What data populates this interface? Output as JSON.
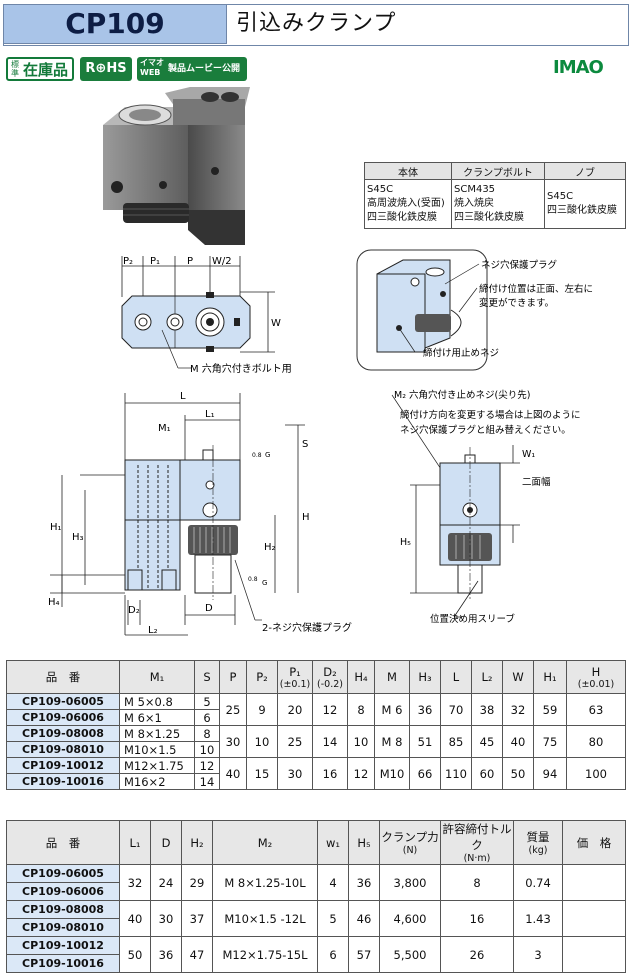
{
  "header": {
    "code": "CP109",
    "title": "引込みクランプ"
  },
  "badges": {
    "stock_small": "標準",
    "stock_big": "在庫品",
    "rohs": "R⊕HS",
    "web_l1": "イマオ",
    "web_l2": "WEB",
    "web_text": "製品ムービー公開"
  },
  "brand": "IMAO",
  "material_table": {
    "headers": [
      "本体",
      "クランプボルト",
      "ノブ"
    ],
    "cells": [
      [
        "S45C",
        "高周波焼入(受面)",
        "四三酸化鉄皮膜"
      ],
      [
        "SCM435",
        "焼入焼戻",
        "四三酸化鉄皮膜"
      ],
      [
        "S45C",
        "四三酸化鉄皮膜"
      ]
    ]
  },
  "diagram_labels": {
    "p2": "P₂",
    "p1": "P₁",
    "p": "P",
    "w2": "W/2",
    "w": "W",
    "bolt": "M 六角穴付きボルト用",
    "plug": "ネジ穴保護プラグ",
    "position_note": [
      "締付け位置は正面、左右に",
      "変更ができます。"
    ],
    "stop_screw": "締付け用止めネジ",
    "m2": "M₂ 六角穴付き止めネジ(尖り先)",
    "direction_note": [
      "締付け方向を変更する場合は上図のように",
      "ネジ穴保護プラグと組み替えください。"
    ],
    "l": "L",
    "l1": "L₁",
    "m1": "M₁",
    "s": "S",
    "h": "H",
    "h1": "H₁",
    "h2": "H₂",
    "h3": "H₃",
    "h4": "H₄",
    "d2": "D₂",
    "d": "D",
    "l2": "L₂",
    "plug2": "2-ネジ穴保護プラグ",
    "w1": "W₁",
    "flat": "二面幅",
    "h5": "H₅",
    "sleeve": "位置決め用スリーブ",
    "g": "G",
    "g_sub": "0.8"
  },
  "table1": {
    "headers": [
      "品　番",
      "M₁",
      "S",
      "P",
      "P₂",
      "P₁",
      "(±0.1)",
      "D₂",
      "(-0.2)",
      "H₄",
      "M",
      "H₃",
      "L",
      "L₂",
      "W",
      "H₁",
      "H",
      "(±0.01)"
    ],
    "groups": [
      {
        "rows": [
          [
            "CP109-06005",
            "M 5×0.8",
            "5"
          ],
          [
            "CP109-06006",
            "M 6×1",
            "6"
          ]
        ],
        "shared": [
          "25",
          "9",
          "20",
          "12",
          "8",
          "M 6",
          "36",
          "70",
          "38",
          "32",
          "59",
          "63"
        ]
      },
      {
        "rows": [
          [
            "CP109-08008",
            "M 8×1.25",
            "8"
          ],
          [
            "CP109-08010",
            "M10×1.5",
            "10"
          ]
        ],
        "shared": [
          "30",
          "10",
          "25",
          "14",
          "10",
          "M 8",
          "51",
          "85",
          "45",
          "40",
          "75",
          "80"
        ]
      },
      {
        "rows": [
          [
            "CP109-10012",
            "M12×1.75",
            "12"
          ],
          [
            "CP109-10016",
            "M16×2",
            "14"
          ]
        ],
        "shared": [
          "40",
          "15",
          "30",
          "16",
          "12",
          "M10",
          "66",
          "110",
          "60",
          "50",
          "94",
          "100"
        ]
      }
    ]
  },
  "table2": {
    "headers": [
      "品　番",
      "L₁",
      "D",
      "H₂",
      "M₂",
      "w₁",
      "H₅",
      "クランプ力",
      "(N)",
      "許容締付トルク",
      "(N·m)",
      "質量",
      "(kg)",
      "価　格"
    ],
    "groups": [
      {
        "rows": [
          "CP109-06005",
          "CP109-06006"
        ],
        "shared": [
          "32",
          "24",
          "29",
          "M 8×1.25-10L",
          "4",
          "36",
          "3,800",
          "8",
          "0.74",
          ""
        ]
      },
      {
        "rows": [
          "CP109-08008",
          "CP109-08010"
        ],
        "shared": [
          "40",
          "30",
          "37",
          "M10×1.5 -12L",
          "5",
          "46",
          "4,600",
          "16",
          "1.43",
          ""
        ]
      },
      {
        "rows": [
          "CP109-10012",
          "CP109-10016"
        ],
        "shared": [
          "50",
          "36",
          "47",
          "M12×1.75-15L",
          "6",
          "57",
          "5,500",
          "26",
          "3",
          ""
        ]
      }
    ]
  },
  "colors": {
    "header_band": "#a9c4e8",
    "part_fill": "#cfe0f3",
    "badge_green": "#1a7d3c",
    "logo_green": "#0c8a3e"
  }
}
